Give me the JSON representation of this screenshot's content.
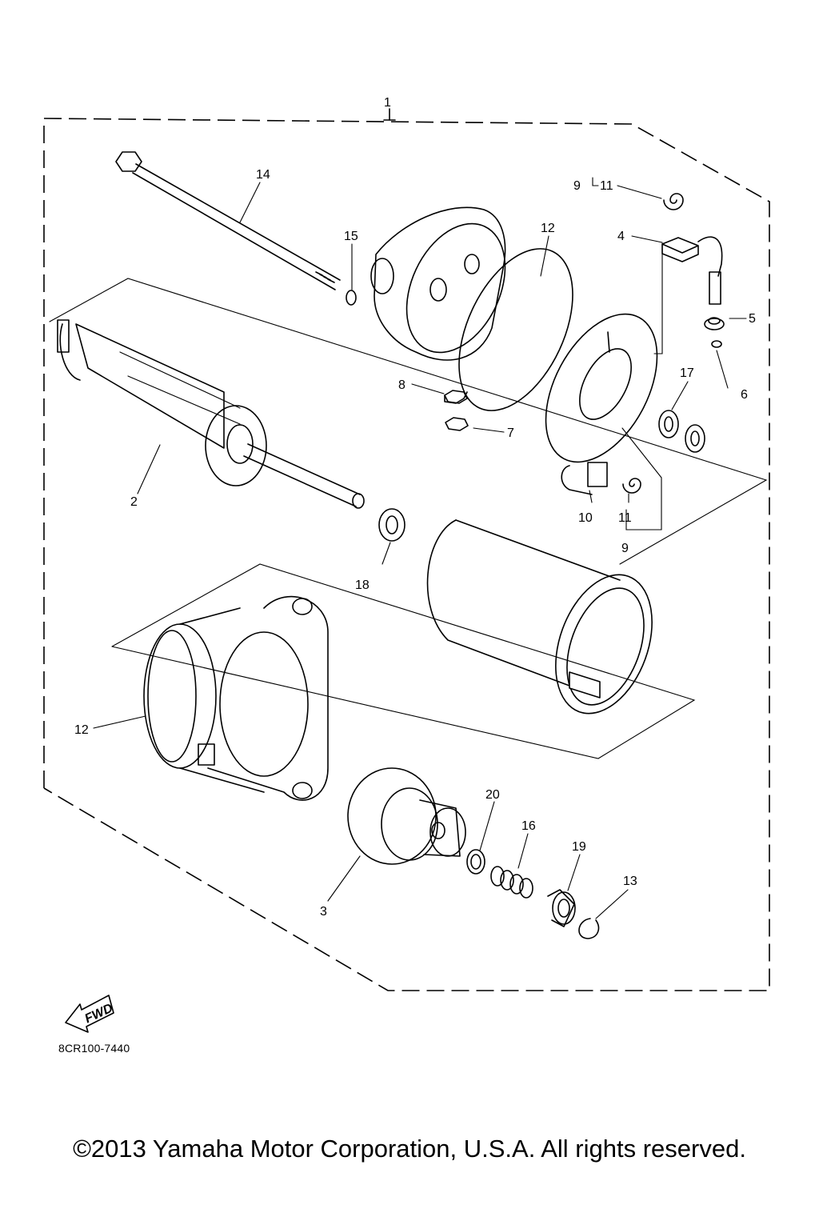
{
  "diagram": {
    "code": "8CR100-7440",
    "fwd_label": "FWD",
    "copyright": "©2013 Yamaha Motor Corporation, U.S.A. All rights reserved.",
    "callouts": {
      "c1": "1",
      "c2": "2",
      "c3": "3",
      "c4": "4",
      "c5": "5",
      "c6": "6",
      "c7": "7",
      "c8": "8",
      "c9a": "9",
      "c9b": "9",
      "c10": "10",
      "c11a": "11",
      "c11b": "11",
      "c12a": "12",
      "c12b": "12",
      "c13": "13",
      "c14": "14",
      "c15": "15",
      "c16": "16",
      "c17": "17",
      "c18": "18",
      "c19": "19",
      "c20": "20"
    }
  }
}
